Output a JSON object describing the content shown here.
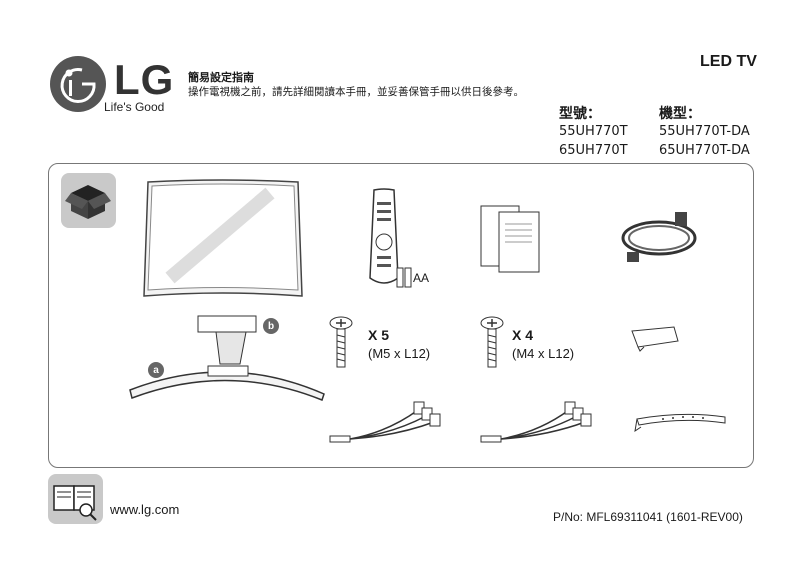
{
  "brand": {
    "name": "LG",
    "tagline": "Life's Good"
  },
  "guide": {
    "title": "簡易設定指南",
    "subtitle": "操作電視機之前，請先詳細閱讀本手冊，並妥善保管手冊以供日後參考。"
  },
  "product_type": "LED TV",
  "models": {
    "col1_header": "型號：",
    "col2_header": "機型：",
    "rows": [
      {
        "model": "55UH770T",
        "type": "55UH770T-DA"
      },
      {
        "model": "65UH770T",
        "type": "65UH770T-DA"
      }
    ]
  },
  "accessories": {
    "battery_label": "AA",
    "stand_part_a": "a",
    "stand_part_b": "b",
    "screw_m5": {
      "qty": "X 5",
      "spec": "(M5 x L12)"
    },
    "screw_m4": {
      "qty": "X 4",
      "spec": "(M4 x L12)"
    }
  },
  "footer": {
    "website": "www.lg.com",
    "part_number": "P/No: MFL69311041 (1601-REV00)"
  }
}
